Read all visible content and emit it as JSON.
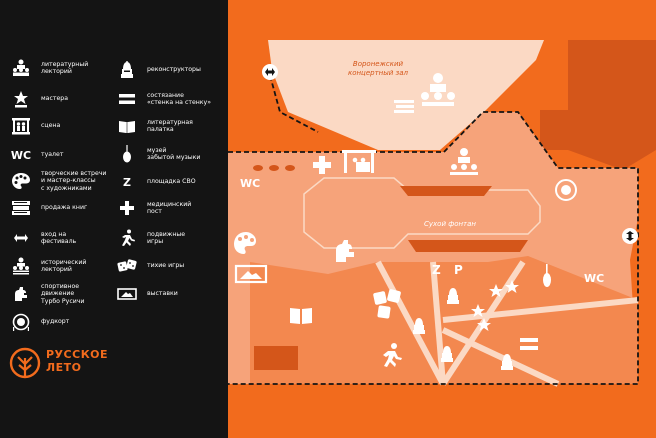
{
  "legend": {
    "items": [
      {
        "icon": "literary-lecture-icon",
        "label": "литературный\nлекторий"
      },
      {
        "icon": "masters-icon",
        "label": "мастера"
      },
      {
        "icon": "stage-icon",
        "label": "сцена"
      },
      {
        "icon": "wc-icon",
        "label": "туалет",
        "glyph": "WC"
      },
      {
        "icon": "palette-icon",
        "label": "творческие встречи\nи мастер-классы\nс художниками"
      },
      {
        "icon": "books-icon",
        "label": "продажа книг"
      },
      {
        "icon": "entrance-icon",
        "label": "вход на\nфестиваль"
      },
      {
        "icon": "history-lecture-icon",
        "label": "исторический\nлекторий"
      },
      {
        "icon": "turbo-rusichi-icon",
        "label": "спортивное\nдвижение\nТурбо Русичи"
      },
      {
        "icon": "food-court-icon",
        "label": "фудкорт"
      },
      {
        "icon": "reenactors-icon",
        "label": "реконструкторы"
      },
      {
        "icon": "wall-on-wall-icon",
        "label": "состязание\n«стенка на стенку»"
      },
      {
        "icon": "literary-tent-icon",
        "label": "литературная\nпалатка"
      },
      {
        "icon": "forgotten-music-icon",
        "label": "музей\nзабытой музыки"
      },
      {
        "icon": "svo-area-icon",
        "label": "площадка СВО",
        "glyph": "Z"
      },
      {
        "icon": "medical-post-icon",
        "label": "медицинский\nпост"
      },
      {
        "icon": "active-games-icon",
        "label": "подвижные\nигры"
      },
      {
        "icon": "quiet-games-icon",
        "label": "тихие игры"
      },
      {
        "icon": "exhibitions-icon",
        "label": "выставки"
      }
    ]
  },
  "logo": {
    "text": "РУССКОЕ\nЛЕТО"
  },
  "map": {
    "concert_hall": "Воронежский\nконцертный зал",
    "fountain": "Сухой фонтан",
    "wc_left": "WC",
    "wc_right": "WC",
    "z_mark": "Z",
    "p_mark": "P"
  },
  "colors": {
    "background_dark": "#141414",
    "accent_orange": "#f26b1d",
    "area_orange": "#f6a37a",
    "building_peach": "#fbd9c4",
    "dark_orange": "#d4561a"
  }
}
